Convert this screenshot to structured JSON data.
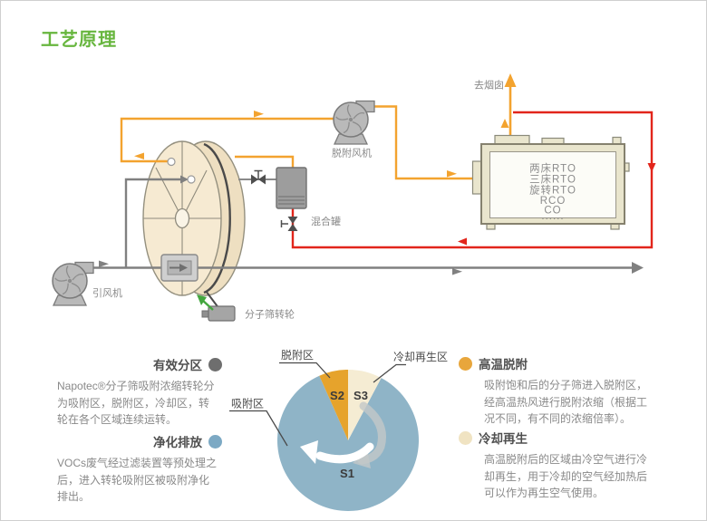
{
  "title": "工艺原理",
  "flow": {
    "fan_left_label": "引风机",
    "fan_top_label": "脱附风机",
    "mixing_tank_label": "混合罐",
    "rotor_label": "分子筛转轮",
    "chimney_label": "去烟囱",
    "rto_lines": [
      "两床RTO",
      "三床RTO",
      "旋转RTO",
      "RCO",
      "CO",
      "......"
    ]
  },
  "pie": {
    "adsorption_label": "吸附区",
    "desorption_label": "脱附区",
    "cooling_label": "冷却再生区",
    "segments": [
      {
        "id": "S1",
        "zone": "吸附区",
        "color": "#8fb4c7",
        "angle_deg": 308
      },
      {
        "id": "S2",
        "zone": "脱附区",
        "color": "#e6a32c",
        "angle_deg": 24
      },
      {
        "id": "S3",
        "zone": "冷却再生区",
        "color": "#f5ecd3",
        "angle_deg": 28
      }
    ]
  },
  "notes": [
    {
      "heading": "有效分区",
      "dot_color": "#6e6e6e",
      "body": "Napotec®分子筛吸附浓缩转轮分为吸附区，脱附区，冷却区，转轮在各个区域连续运转。"
    },
    {
      "heading": "净化排放",
      "dot_color": "#7ca9c4",
      "body": "VOCs废气经过滤装置等预处理之后，进入转轮吸附区被吸附净化排出。"
    },
    {
      "heading": "高温脱附",
      "dot_color": "#e8a63c",
      "body": "吸附饱和后的分子筛进入脱附区，经高温热风进行脱附浓缩（根据工况不同，有不同的浓缩倍率）。"
    },
    {
      "heading": "冷却再生",
      "dot_color": "#f0e3c2",
      "body": "高温脱附后的区域由冷空气进行冷却再生，用于冷却的空气经加热后可以作为再生空气使用。"
    }
  ],
  "colors": {
    "title_green": "#67b63e",
    "hot_air_orange": "#f3a32f",
    "rto_return_red": "#e2251b",
    "process_gray": "#808080",
    "wheel_beige": "#f6ead2",
    "pie_blue": "#8fb4c7",
    "pie_orange": "#e6a32c",
    "pie_cream": "#f5ecd3",
    "rotation_green": "#44a63f"
  }
}
